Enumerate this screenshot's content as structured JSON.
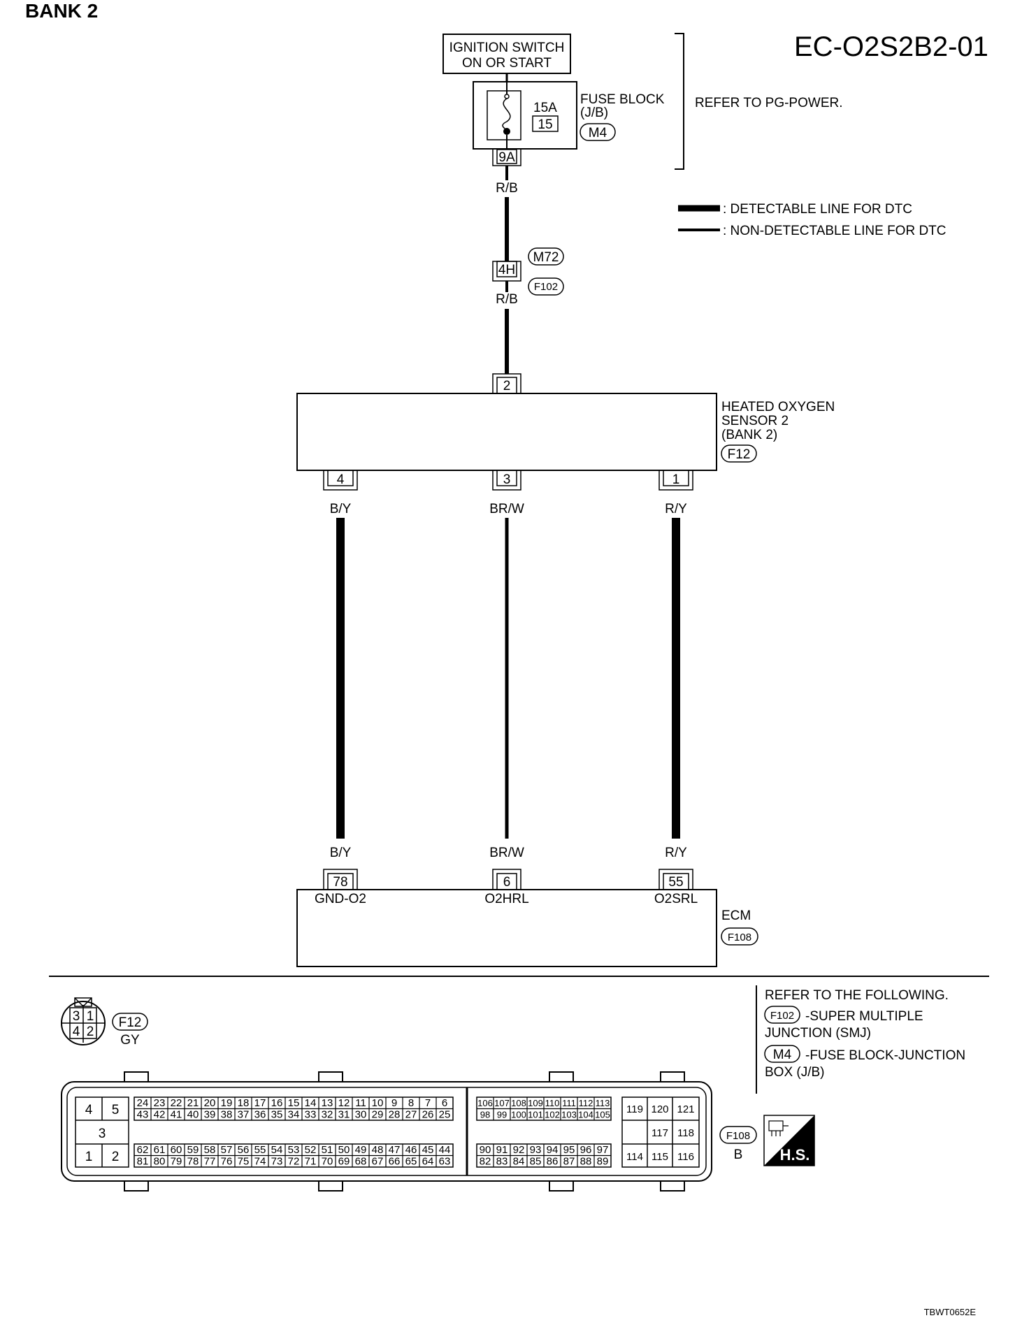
{
  "header": {
    "bank": "BANK 2",
    "code": "EC-O2S2B2-01"
  },
  "ignition": {
    "line1": "IGNITION SWITCH",
    "line2": "ON OR START"
  },
  "fuse": {
    "rating": "15A",
    "number": "15",
    "label1": "FUSE BLOCK",
    "label2": "(J/B)",
    "connector": "M4",
    "terminal": "9A"
  },
  "refer_power": "REFER TO PG-POWER.",
  "legend": {
    "detectable": ": DETECTABLE LINE FOR DTC",
    "non_detectable": ": NON-DETECTABLE LINE FOR DTC"
  },
  "upper_wire": {
    "color_top": "R/B",
    "color_bottom": "R/B",
    "joint_terminal": "4H",
    "connector_top": "M72",
    "connector_bottom": "F102"
  },
  "sensor": {
    "label1": "HEATED OXYGEN",
    "label2": "SENSOR 2",
    "label3": "(BANK 2)",
    "connector": "F12",
    "top_terminal": "2",
    "wires": [
      {
        "terminal": "4",
        "color": "B/Y",
        "ecm_terminal": "78",
        "signal": "GND-O2",
        "detectable": true
      },
      {
        "terminal": "3",
        "color": "BR/W",
        "ecm_terminal": "6",
        "signal": "O2HRL",
        "detectable": false
      },
      {
        "terminal": "1",
        "color": "R/Y",
        "ecm_terminal": "55",
        "signal": "O2SRL",
        "detectable": true
      }
    ]
  },
  "ecm": {
    "label": "ECM",
    "connector": "F108"
  },
  "refer_following": {
    "title": "REFER TO THE FOLLOWING.",
    "items": [
      {
        "connector": "F102",
        "line1": "-SUPER MULTIPLE",
        "line2": "JUNCTION (SMJ)"
      },
      {
        "connector": "M4",
        "line1": "-FUSE BLOCK-JUNCTION",
        "line2": "BOX (J/B)"
      }
    ]
  },
  "f12_connector": {
    "code": "F12",
    "color": "GY",
    "pins": [
      "3",
      "1",
      "4",
      "2"
    ]
  },
  "f108_connector": {
    "code": "F108",
    "color": "B",
    "left_block": [
      "4",
      "5",
      "3",
      "1",
      "2"
    ],
    "block_a_top": [
      "24",
      "23",
      "22",
      "21",
      "20",
      "19",
      "18",
      "17",
      "16",
      "15",
      "14",
      "13",
      "12",
      "11",
      "10",
      "9",
      "8",
      "7",
      "6"
    ],
    "block_a_bottom": [
      "43",
      "42",
      "41",
      "40",
      "39",
      "38",
      "37",
      "36",
      "35",
      "34",
      "33",
      "32",
      "31",
      "30",
      "29",
      "28",
      "27",
      "26",
      "25"
    ],
    "block_b_top": [
      "62",
      "61",
      "60",
      "59",
      "58",
      "57",
      "56",
      "55",
      "54",
      "53",
      "52",
      "51",
      "50",
      "49",
      "48",
      "47",
      "46",
      "45",
      "44"
    ],
    "block_b_bottom": [
      "81",
      "80",
      "79",
      "78",
      "77",
      "76",
      "75",
      "74",
      "73",
      "72",
      "71",
      "70",
      "69",
      "68",
      "67",
      "66",
      "65",
      "64",
      "63"
    ],
    "block_c_top": [
      "106",
      "107",
      "108",
      "109",
      "110",
      "111",
      "112",
      "113"
    ],
    "block_c_bottom": [
      "98",
      "99",
      "100",
      "101",
      "102",
      "103",
      "104",
      "105"
    ],
    "block_d_top": [
      "90",
      "91",
      "92",
      "93",
      "94",
      "95",
      "96",
      "97"
    ],
    "block_d_bottom": [
      "82",
      "83",
      "84",
      "85",
      "86",
      "87",
      "88",
      "89"
    ],
    "right_block": [
      "119",
      "120",
      "121",
      "117",
      "118",
      "114",
      "115",
      "116"
    ]
  },
  "hs_label": "H.S.",
  "footer_code": "TBWT0652E"
}
